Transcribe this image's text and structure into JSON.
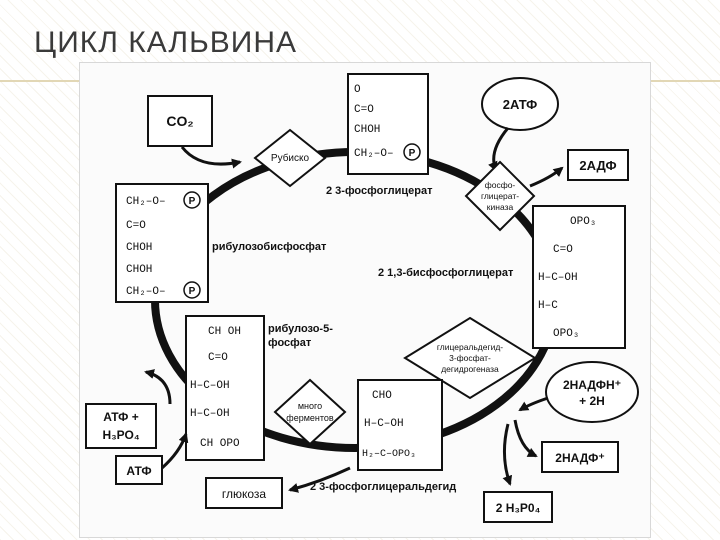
{
  "title": "ЦИКЛ КАЛЬВИНА",
  "boxes": {
    "co2": "CO₂",
    "atp2": "2АТФ",
    "adp2": "2АДФ",
    "nadph2": [
      "2НАДФН⁺",
      "+ 2Н"
    ],
    "nadp2": "2НАДФ⁺",
    "h3po4": "2 Н₃Р0₄",
    "glucose": "глюкоза",
    "atp_left": "АТФ",
    "atp_h3po4": [
      "АТФ +",
      "Н₃РО₄"
    ]
  },
  "enzymes": {
    "rubisco": "Рубиско",
    "pgk": [
      "фосфо-",
      "глицерат-",
      "киназа"
    ],
    "gapdh": [
      "глицеральдегид-",
      "3-фосфат-",
      "дегидрогеназа"
    ],
    "many": [
      "много",
      "ферментов"
    ]
  },
  "compounds": {
    "pga": "2 3-фосфоглицерат",
    "bpg": "2 1,3-бисфосфоглицерат",
    "g3p": "2 3-фосфоглицеральдегид",
    "rubp": "рибулозобисфосфат",
    "ru5p": [
      "рибулозо-5-",
      "фосфат"
    ]
  },
  "structures": {
    "pga": [
      "O",
      "C=O",
      "CHOH",
      "CH₂–O–"
    ],
    "bpg": [
      "OPO₃",
      "C=O",
      "H–C–OH",
      "H–C",
      "OPO₃"
    ],
    "g3p": [
      "CHO",
      "H–C–OH",
      "H₂–C–OPO₃"
    ],
    "rubp": [
      "CH₂–O–",
      "C=O",
      "CHOH",
      "CHOH",
      "CH₂–O–"
    ],
    "ru5p": [
      "CH OH",
      "C=O",
      "H–C–OH",
      "H–C–OH",
      "CH OPO"
    ]
  },
  "phosphate_symbol": "P"
}
